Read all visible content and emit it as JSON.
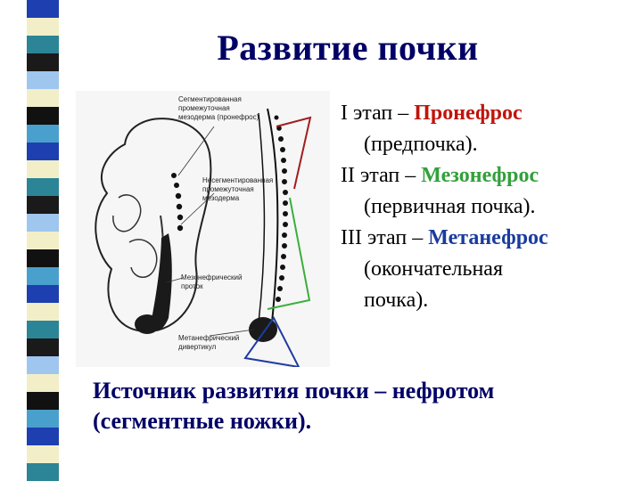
{
  "slide": {
    "title": "Развитие почки",
    "stages": [
      {
        "prefix": "I этап – ",
        "name": "Пронефрос",
        "desc": "(предпочка).",
        "color": "#c0140a"
      },
      {
        "prefix": "II этап – ",
        "name": "Мезонефрос",
        "desc": "(первичная почка).",
        "color": "#33a03c"
      },
      {
        "prefix": "III этап – ",
        "name": "Метанефрос",
        "desc_line1": "(окончательная",
        "desc_line2": "почка).",
        "color": "#1a3c9e"
      }
    ],
    "source_line1": "Источник развития почки – нефротом",
    "source_line2": "(сегментные ножки)."
  },
  "figure": {
    "labels": {
      "segmented_1": "Сегментированная",
      "segmented_2": "промежуточная",
      "segmented_3": "мезодерма (пронефрос)",
      "nonseg_1": "Несегментированная",
      "nonseg_2": "промежуточная",
      "nonseg_3": "мезодерма",
      "duct_1": "Мезонефрический",
      "duct_2": "проток",
      "metaneph_1": "Метанефрический",
      "metaneph_2": "дивертикул"
    }
  },
  "colors": {
    "stripe": [
      "#1d3fb0",
      "#f2efc8",
      "#2c8596",
      "#1a1a1a",
      "#9fc6ee",
      "#f2efc8",
      "#111111",
      "#4aa0cc"
    ]
  }
}
